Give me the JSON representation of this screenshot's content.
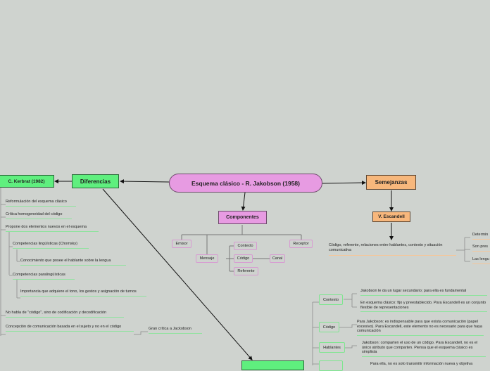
{
  "central": {
    "title": "Esquema clásico - R. Jakobson (1958)"
  },
  "diferencias": {
    "label": "Diferencias",
    "kerbrat": {
      "label": "C. Kerbrat (1982)",
      "items": [
        "Reformulación del esquema clásico",
        "Crítica homogeneidad del código",
        "Propone dos elementos nuevos en el esquema",
        "Competencias lingüísticas (Chomsky)",
        "Conocimiento que posee el hablante sobre la lengua",
        "Competencias paralingüísticas",
        "Importancia que adquiere el tono, los gestos y asignación de turnos",
        "No habla de \"código\", sino de codificación y decodificación",
        "Concepción de comunicación basada en el sujeto y no en el código",
        "Gran crítica a Jackobson"
      ]
    }
  },
  "componentes": {
    "label": "Componentes",
    "items": [
      "Emisor",
      "Mensaje",
      "Contexto",
      "Código",
      "Canal",
      "Referente",
      "Receptor"
    ]
  },
  "semejanzas": {
    "label": "Semejanzas",
    "escandell": {
      "label": "V. Escandell",
      "summary": "Código, referente, relaciones entre hablantes, contexto y situación comunicativa",
      "right_items": [
        "Determin",
        "Son pres",
        "Las lengu"
      ]
    }
  },
  "comparison": {
    "categories": [
      "Contexto",
      "Código",
      "Hablantes"
    ],
    "texts": [
      "Jakobson le da un lugar secundario; para ella es fundamental",
      "En esquema clásico: fijo y preestablecido. Para Escandell es un conjunto flexible de representaciones",
      "Para Jakobson: es indispensable para que exista comunicación (papel excesivo). Para Escandell, este elemento no es necesario para que haya comunicación",
      "Jakobson: comparten el uso de un código. Para Escandell, no es el único atributo que comparten. Piensa que el esquema clásico es simplista",
      "Para ella, no es solo transmitir información nueva y objetiva"
    ]
  }
}
